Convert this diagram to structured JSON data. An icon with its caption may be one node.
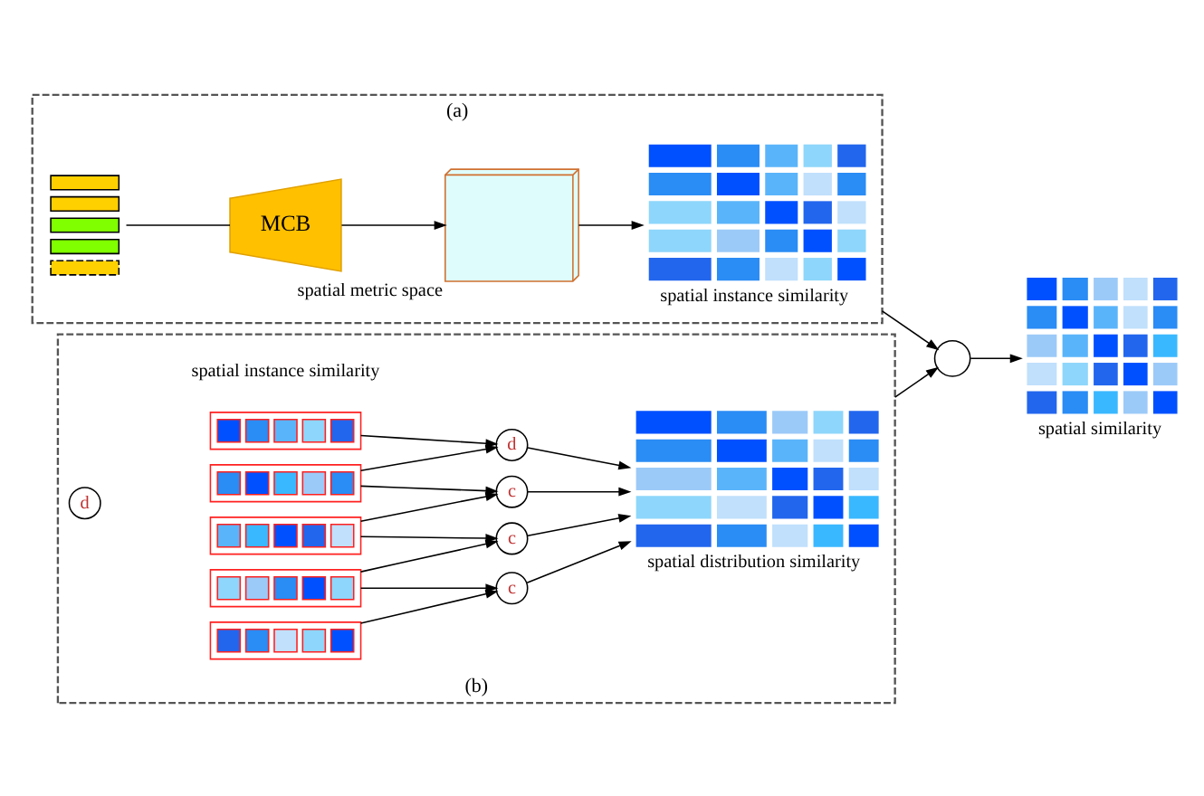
{
  "diagram": {
    "nodes": [
      {
        "text": [
          "(a)"
        ]
      },
      {
        "text": [],
        "shape": "picture",
        "in": 0
      },
      {
        "text": [
          "MCB"
        ],
        "in": 0
      },
      {
        "text": [],
        "shape": "picture",
        "in": 0,
        "beside": [
          "spatial metric space"
        ]
      },
      {
        "text": [],
        "shape": "picture",
        "in": 0,
        "beside": [
          "spatial instance similarity"
        ]
      },
      {
        "text": [
          "(b)"
        ]
      },
      {
        "text": [],
        "shape": "picture",
        "in": 5
      },
      {
        "text": [],
        "shape": "picture",
        "in": 5
      },
      {
        "text": [],
        "shape": "picture",
        "in": 5
      },
      {
        "text": [],
        "shape": "picture",
        "in": 5
      },
      {
        "text": [],
        "shape": "picture",
        "in": 5
      },
      {
        "text": [
          "d"
        ],
        "in": 5
      },
      {
        "text": [
          "c"
        ],
        "in": 5
      },
      {
        "text": [
          "c"
        ],
        "in": 5
      },
      {
        "text": [
          "c"
        ],
        "in": 5
      },
      {
        "text": [],
        "shape": "picture",
        "in": 5,
        "beside": [
          "spatial distribution similarity"
        ]
      },
      {
        "text": [
          "d"
        ],
        "in": 5
      },
      {
        "text": [],
        "shape": "circle"
      },
      {
        "text": [],
        "shape": "picture",
        "beside": [
          "spatial similarity"
        ]
      }
    ],
    "edges": [
      {
        "from": 1,
        "to": 2,
        "arrow": "none"
      },
      {
        "from": 2,
        "to": 3,
        "arrow": "to"
      },
      {
        "from": 3,
        "to": 4,
        "arrow": "to"
      },
      {
        "from": 0,
        "to": 17,
        "arrow": "to"
      },
      {
        "from": 5,
        "to": 17,
        "arrow": "to"
      },
      {
        "from": 17,
        "to": 18,
        "arrow": "to"
      },
      {
        "from": 6,
        "to": 11,
        "arrow": "to"
      },
      {
        "from": 7,
        "to": 11,
        "arrow": "to"
      },
      {
        "from": 7,
        "to": 12,
        "arrow": "to"
      },
      {
        "from": 8,
        "to": 12,
        "arrow": "to"
      },
      {
        "from": 8,
        "to": 13,
        "arrow": "to"
      },
      {
        "from": 9,
        "to": 13,
        "arrow": "to"
      },
      {
        "from": 9,
        "to": 14,
        "arrow": "to"
      },
      {
        "from": 10,
        "to": 14,
        "arrow": "to"
      },
      {
        "from": 11,
        "to": 15,
        "arrow": "to"
      },
      {
        "from": 12,
        "to": 15,
        "arrow": "to"
      },
      {
        "from": 13,
        "to": 15,
        "arrow": "to"
      },
      {
        "from": 14,
        "to": 15,
        "arrow": "to"
      }
    ],
    "labels": [
      "spatial instance similarity"
    ]
  }
}
